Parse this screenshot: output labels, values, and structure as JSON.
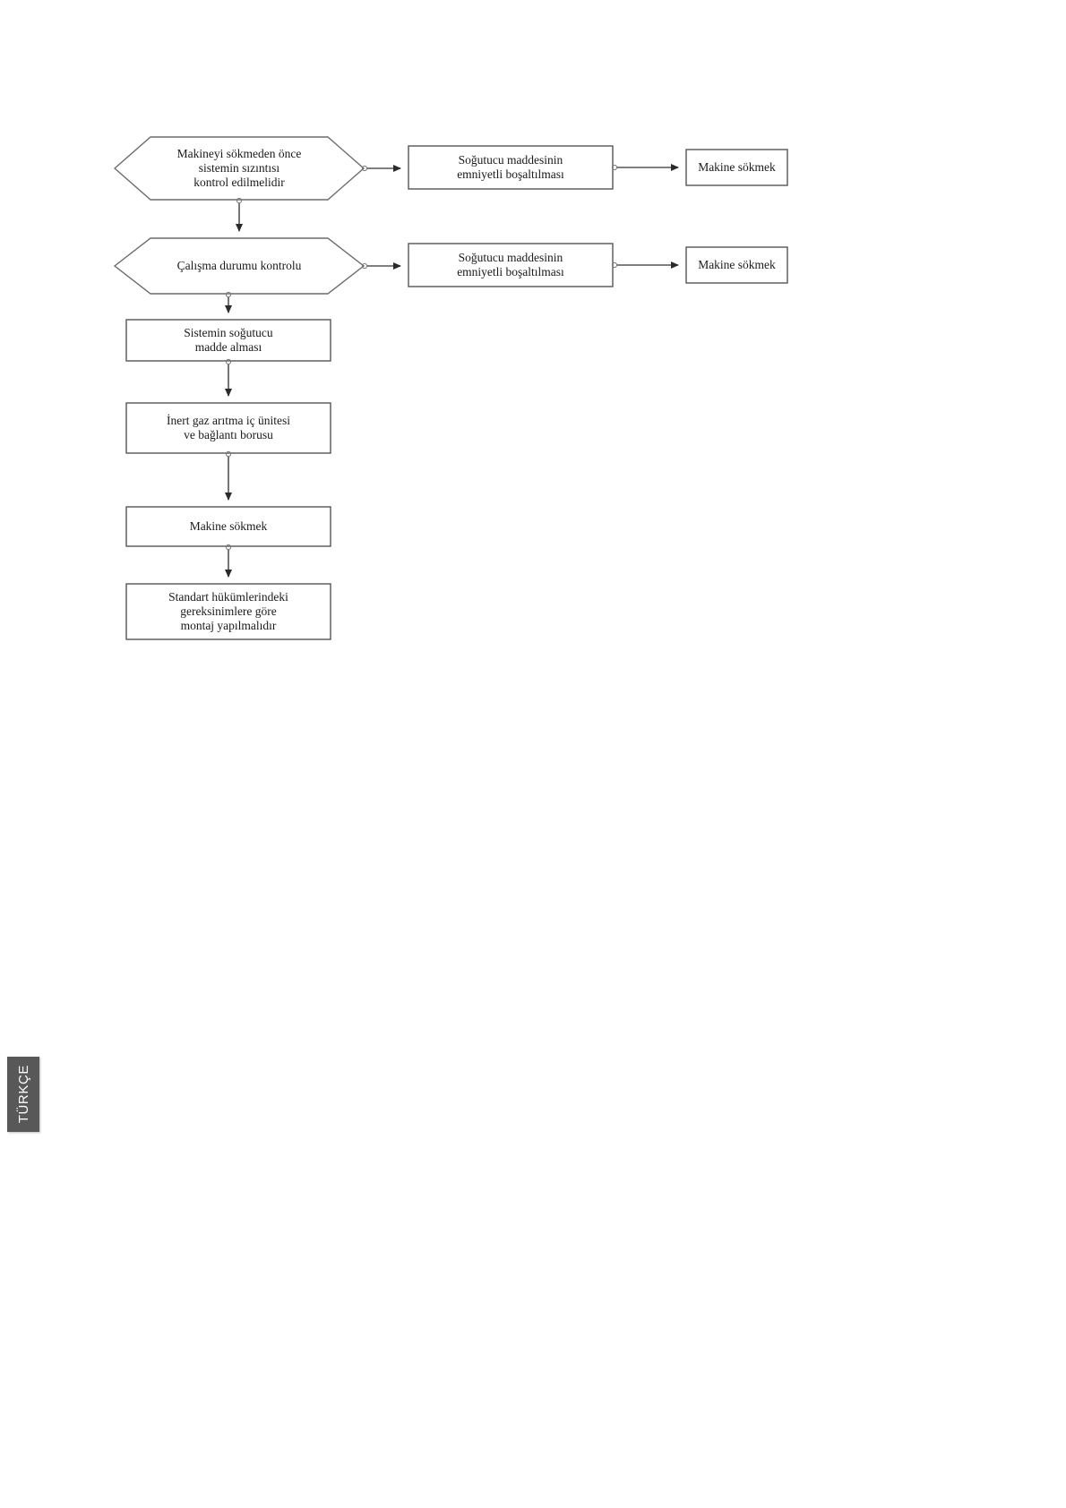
{
  "page": {
    "background_color": "#ffffff",
    "language_tab": {
      "label": "TÜRKÇE",
      "background_color": "#585858",
      "text_color": "#ffffff"
    }
  },
  "chart_data": {
    "type": "diagram",
    "title": "",
    "shape_fill": "#ffffff",
    "stroke_color": "#6b6b6b",
    "text_color": "#1a1a1a",
    "nodes": [
      {
        "id": "dec1",
        "shape": "hexagon",
        "label": "Makineyi sökmeden önce\nsistemin sızıntısı\nkontrol edilmelidir"
      },
      {
        "id": "r1a",
        "shape": "rectangle",
        "label": "Soğutucu maddesinin\nemniyetli boşaltılması"
      },
      {
        "id": "r1b",
        "shape": "rectangle",
        "label": "Makine sökmek"
      },
      {
        "id": "dec2",
        "shape": "hexagon",
        "label": "Çalışma durumu kontrolu"
      },
      {
        "id": "r2a",
        "shape": "rectangle",
        "label": "Soğutucu maddesinin\nemniyetli boşaltılması"
      },
      {
        "id": "r2b",
        "shape": "rectangle",
        "label": "Makine sökmek"
      },
      {
        "id": "p1",
        "shape": "rectangle",
        "label": "Sistemin soğutucu\nmadde alması"
      },
      {
        "id": "p2",
        "shape": "rectangle",
        "label": "İnert gaz arıtma iç ünitesi\nve bağlantı borusu"
      },
      {
        "id": "p3",
        "shape": "rectangle",
        "label": "Makine sökmek"
      },
      {
        "id": "p4",
        "shape": "rectangle",
        "label": "Standart hükümlerindeki\ngereksinimlere göre\nmontaj yapılmalıdır"
      }
    ],
    "edges": [
      {
        "from": "dec1",
        "to": "r1a",
        "direction": "right"
      },
      {
        "from": "r1a",
        "to": "r1b",
        "direction": "right"
      },
      {
        "from": "dec1",
        "to": "dec2",
        "direction": "down"
      },
      {
        "from": "dec2",
        "to": "r2a",
        "direction": "right"
      },
      {
        "from": "r2a",
        "to": "r2b",
        "direction": "right"
      },
      {
        "from": "dec2",
        "to": "p1",
        "direction": "down"
      },
      {
        "from": "p1",
        "to": "p2",
        "direction": "down"
      },
      {
        "from": "p2",
        "to": "p3",
        "direction": "down"
      },
      {
        "from": "p3",
        "to": "p4",
        "direction": "down"
      }
    ]
  }
}
